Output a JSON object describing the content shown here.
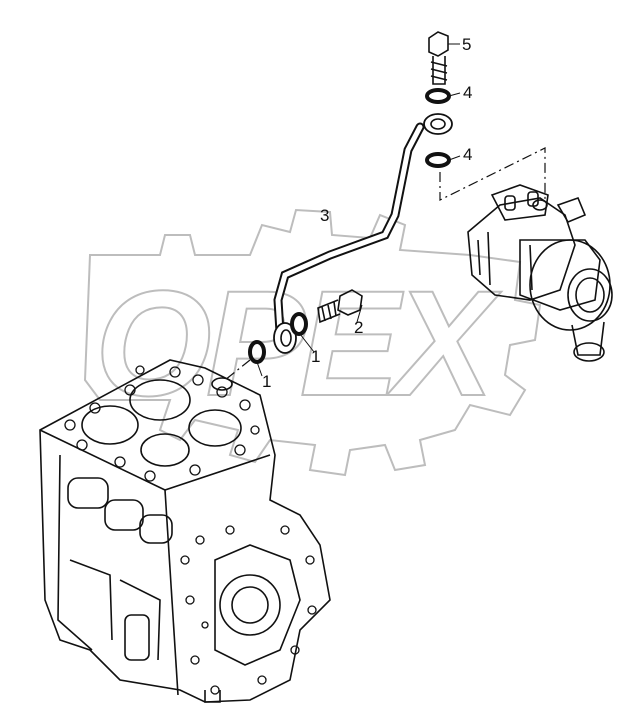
{
  "watermark": "OPEX",
  "callouts": [
    {
      "id": "c5",
      "label": "5"
    },
    {
      "id": "c4a",
      "label": "4"
    },
    {
      "id": "c4b",
      "label": "4"
    },
    {
      "id": "c3",
      "label": "3"
    },
    {
      "id": "c2",
      "label": "2"
    },
    {
      "id": "c1a",
      "label": "1"
    },
    {
      "id": "c1b",
      "label": "1"
    }
  ],
  "colors": {
    "line": "#111111",
    "watermark": "#bdbdbd"
  }
}
